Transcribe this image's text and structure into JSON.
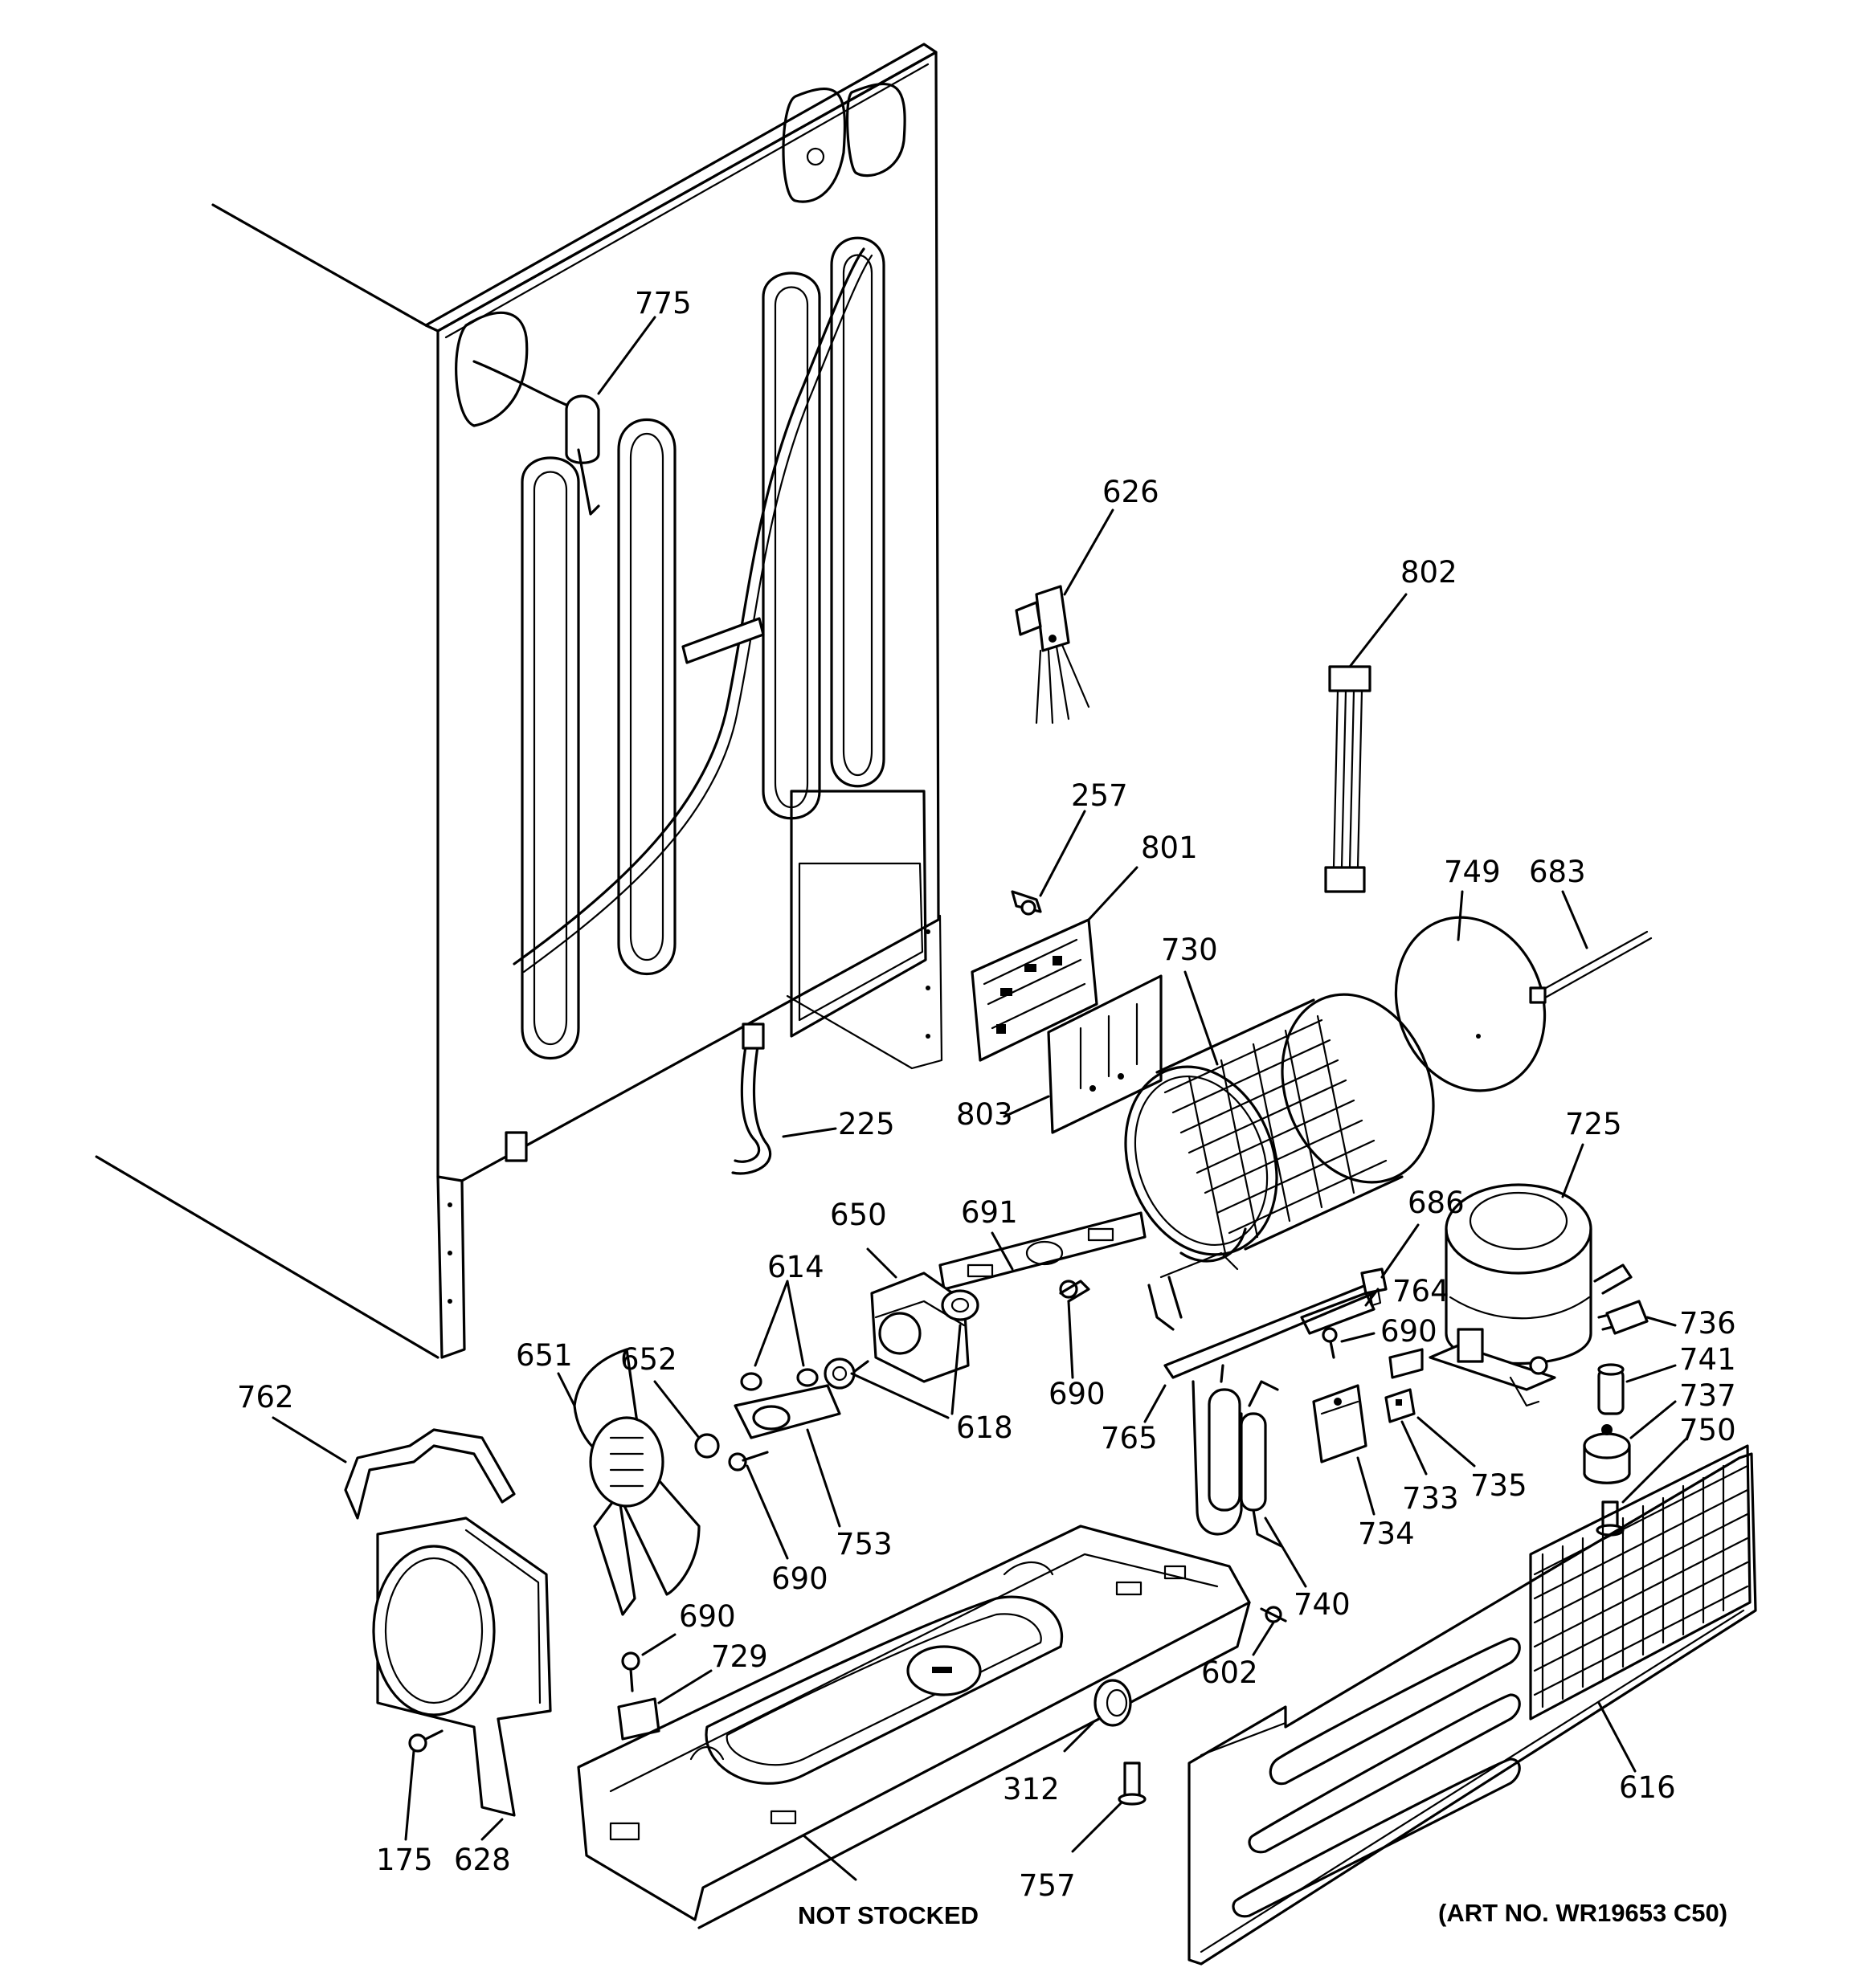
{
  "callouts": [
    {
      "id": "c775",
      "text": "775"
    },
    {
      "id": "c626",
      "text": "626"
    },
    {
      "id": "c802",
      "text": "802"
    },
    {
      "id": "c257",
      "text": "257"
    },
    {
      "id": "c801",
      "text": "801"
    },
    {
      "id": "c749",
      "text": "749"
    },
    {
      "id": "c683",
      "text": "683"
    },
    {
      "id": "c730",
      "text": "730"
    },
    {
      "id": "c225",
      "text": "225"
    },
    {
      "id": "c803",
      "text": "803"
    },
    {
      "id": "c725",
      "text": "725"
    },
    {
      "id": "c691",
      "text": "691"
    },
    {
      "id": "c650",
      "text": "650"
    },
    {
      "id": "c686",
      "text": "686"
    },
    {
      "id": "c614",
      "text": "614"
    },
    {
      "id": "c764",
      "text": "764"
    },
    {
      "id": "c736",
      "text": "736"
    },
    {
      "id": "c690a",
      "text": "690"
    },
    {
      "id": "c651",
      "text": "651"
    },
    {
      "id": "c652",
      "text": "652"
    },
    {
      "id": "c741",
      "text": "741"
    },
    {
      "id": "c690b",
      "text": "690"
    },
    {
      "id": "c737",
      "text": "737"
    },
    {
      "id": "c762",
      "text": "762"
    },
    {
      "id": "c618",
      "text": "618"
    },
    {
      "id": "c765",
      "text": "765"
    },
    {
      "id": "c750",
      "text": "750"
    },
    {
      "id": "c735",
      "text": "735"
    },
    {
      "id": "c733",
      "text": "733"
    },
    {
      "id": "c753",
      "text": "753"
    },
    {
      "id": "c690c",
      "text": "690"
    },
    {
      "id": "c734",
      "text": "734"
    },
    {
      "id": "c740",
      "text": "740"
    },
    {
      "id": "c690d",
      "text": "690"
    },
    {
      "id": "c729",
      "text": "729"
    },
    {
      "id": "c602",
      "text": "602"
    },
    {
      "id": "c616",
      "text": "616"
    },
    {
      "id": "c312",
      "text": "312"
    },
    {
      "id": "c175",
      "text": "175"
    },
    {
      "id": "c628",
      "text": "628"
    },
    {
      "id": "c757",
      "text": "757"
    }
  ],
  "notes": {
    "not_stocked": "NOT STOCKED",
    "art_no": "(ART NO. WR19653 C50)"
  }
}
